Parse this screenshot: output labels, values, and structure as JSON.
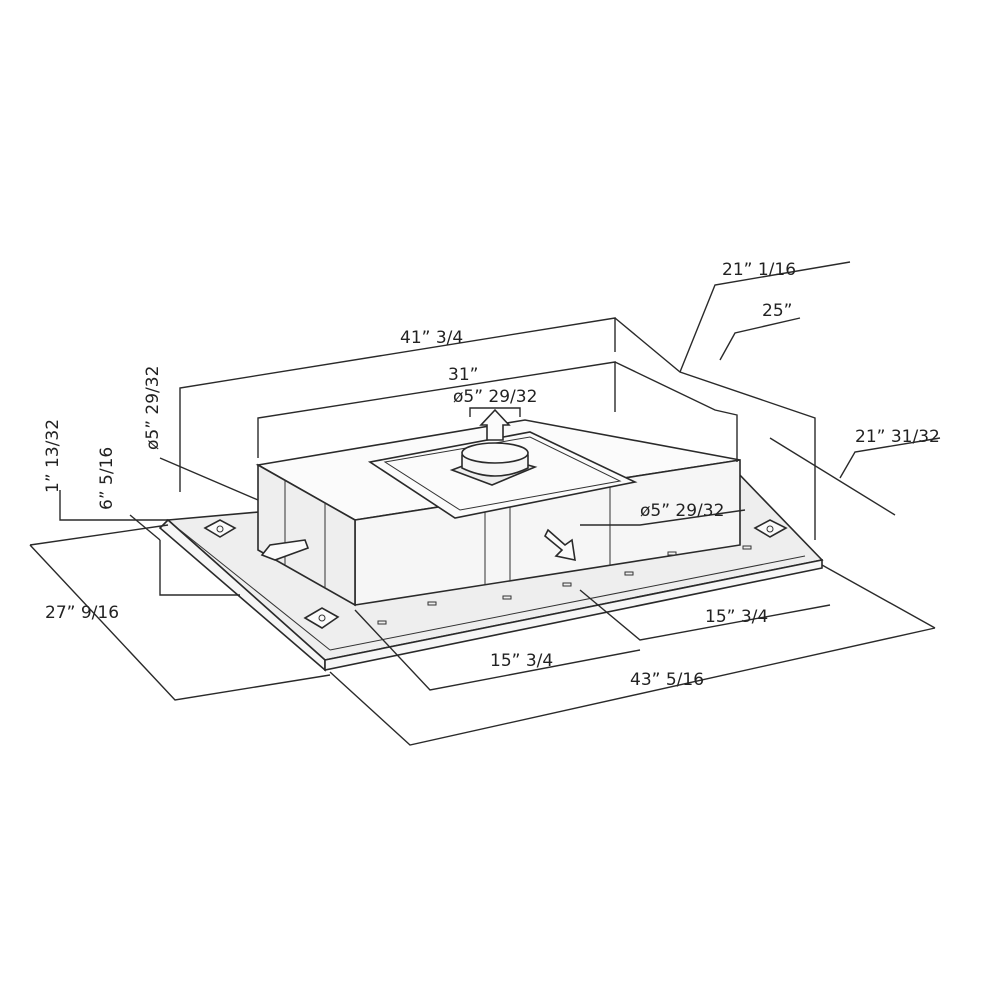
{
  "dimensions": {
    "total_width": "41” 3/4",
    "inner_width": "31”",
    "duct_top": "ø5” 29/32",
    "duct_side": "ø5” 29/32",
    "duct_left": "ø5” 29/32",
    "depth_inner": "21” 1/16",
    "depth_outer": "25”",
    "depth_right": "21” 31/32",
    "height_body": "6” 5/16",
    "height_flange": "1” 13/32",
    "flange_depth": "27” 9/16",
    "front_left": "15” 3/4",
    "front_right": "15” 3/4",
    "flange_width": "43” 5/16"
  }
}
